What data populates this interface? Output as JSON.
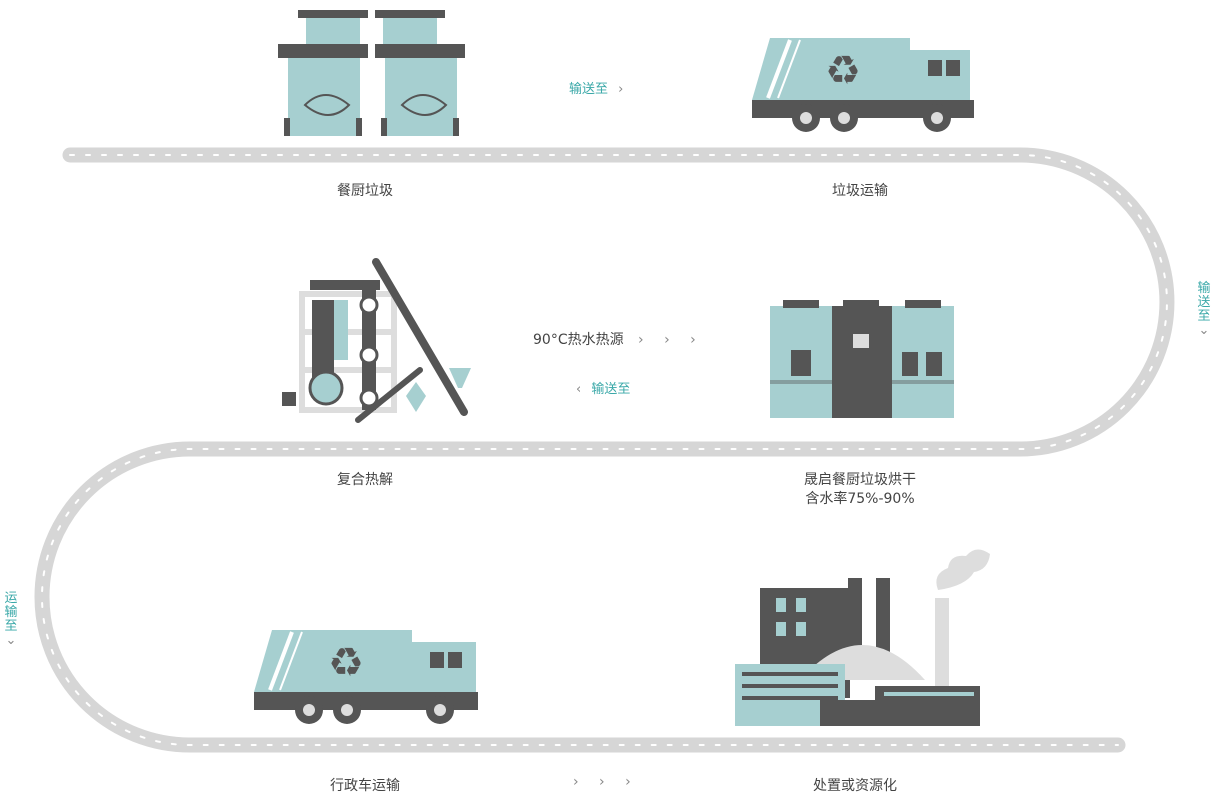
{
  "stages": {
    "kitchen_waste": "餐厨垃圾",
    "waste_transport": "垃圾运输",
    "pyrolysis": "复合热解",
    "drying_line1": "晟启餐厨垃圾烘干",
    "drying_line2": "含水率75%-90%",
    "admin_transport": "行政车运输",
    "disposal": "处置或资源化"
  },
  "connectors": {
    "deliver_to_1": "输送至",
    "deliver_to_2": "输送至",
    "deliver_to_vertical": "输送至",
    "transport_to_vertical": "运输至",
    "heat_source": "90°C热水热源",
    "arrow_right": "›",
    "arrows_triple": "› › ›",
    "arrow_left": "‹",
    "arrow_down": "⌄"
  },
  "colors": {
    "teal": "#a6cfd0",
    "dark": "#555555",
    "belt": "#d6d6d6",
    "accent_text": "#3aa8a8"
  }
}
